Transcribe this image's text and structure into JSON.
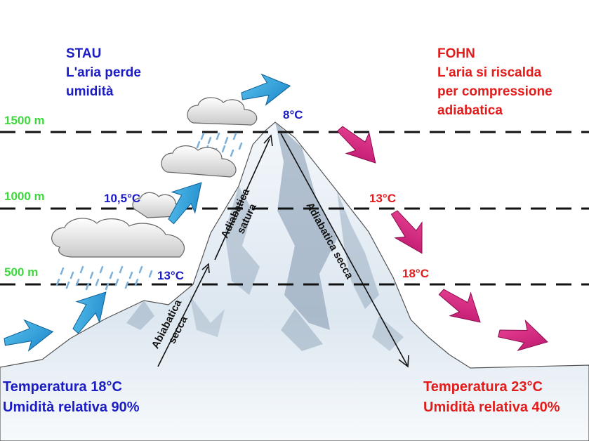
{
  "stau": {
    "title": "STAU",
    "line1": "L'aria perde",
    "line2": "umidità"
  },
  "fohn": {
    "title": "FOHN",
    "line1": "L'aria si riscalda",
    "line2": "per compressione",
    "line3": "adiabatica"
  },
  "altitudes": {
    "a1500": "1500 m",
    "a1000": "1000 m",
    "a500": "500 m"
  },
  "temps": {
    "peak": "8°C",
    "windward_1000": "10,5°C",
    "windward_500": "13°C",
    "leeward_1000": "13°C",
    "leeward_500": "18°C"
  },
  "process_labels": {
    "dry_up_1": "Abiabatica",
    "dry_up_2": "secca",
    "sat_up_1": "Adiabatica",
    "sat_up_2": "satura",
    "dry_down": "Adiabatica secca"
  },
  "windward_footer": {
    "temperature": "Temperatura 18°C",
    "humidity": "Umidità relativa 90%"
  },
  "leeward_footer": {
    "temperature": "Temperatura 23°C",
    "humidity": "Umidità relativa 40%"
  },
  "colors": {
    "windward_text": "#1c1cc4",
    "leeward_text": "#e21b1b",
    "altitude_text": "#3ed83e",
    "windward_arrows": "#2aa3df",
    "leeward_arrows": "#d81b79"
  }
}
